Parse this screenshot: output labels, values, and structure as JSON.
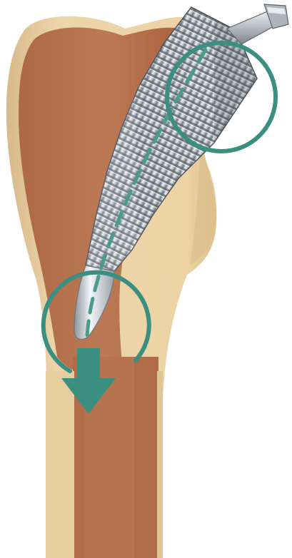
{
  "illustration": {
    "colors": {
      "background": "#ffffff",
      "bone_cortex": "#e9cf9f",
      "bone_cortex_shade": "#d9b884",
      "bone_cancellous": "#b9744f",
      "bone_cancellous_dark": "#a9613f",
      "implant_metal_light": "#eef0f2",
      "implant_metal_mid": "#b8bec6",
      "implant_metal_dark": "#6f7780",
      "implant_ridges": "#4f5660",
      "annotation_teal": "#3b8f80",
      "annotation_dash": "#4a9b8a"
    },
    "elements": {
      "bone": "proximal-femur",
      "implant": "femoral-stem",
      "neck": "trunnion",
      "upper_circle": "proximal-fixation-circle",
      "lower_circle": "distal-tip-circle",
      "axis": "stem-axis-dashed-line",
      "arrow": "downward-arrow-icon"
    }
  }
}
